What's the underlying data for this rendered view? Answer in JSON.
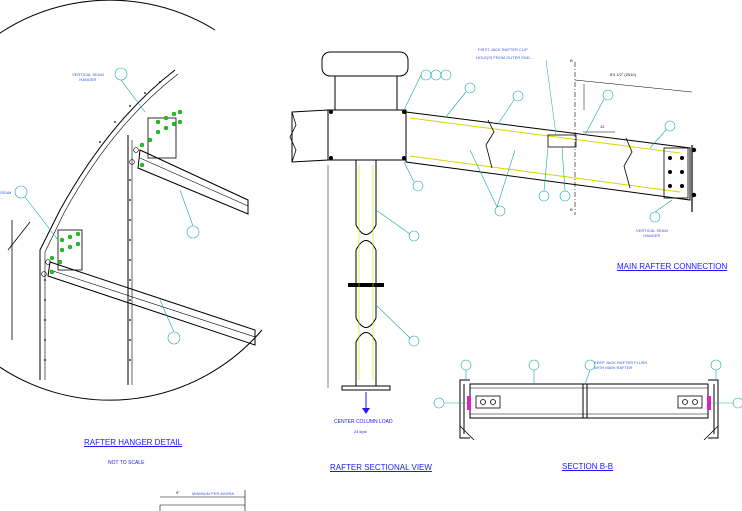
{
  "views": {
    "rafter_hanger_detail": {
      "title": "RAFTER HANGER DETAIL",
      "subtitle": "NOT TO SCALE",
      "note_vertical_seam": "VERTICAL SEAM\nHANGER",
      "note_left": "SEAM\n..."
    },
    "rafter_sectional_view": {
      "title": "RAFTER SECTIONAL VIEW",
      "load_label": "CENTER COLUMN LOAD",
      "load_value": "24   kips"
    },
    "main_rafter_connection": {
      "title": "MAIN RAFTER CONNECTION",
      "note_first_jack": "FIRST JACK RAFTER CLIP",
      "note_holes": "HOLE(S) FROM OUTER END...",
      "dim_top": "8'3 1/2\" (2510)",
      "dim_small": "12",
      "note_vertical_seam": "VERTICAL SEAM\nHANGER",
      "section_mark": "B"
    },
    "section_b_b": {
      "title": "SECTION B-B",
      "note_keep_jack": "KEEP JACK RAFTER FLUSH\nWITH MAIN RAFTER"
    },
    "bottom_table": {
      "header_dim": "9\"",
      "header_label": "MINIMUM PER ASHRA"
    }
  },
  "colors": {
    "outline": "#000000",
    "callout": "#1aa7a7",
    "title": "#1a1aff",
    "bolt": "#22c322",
    "weld": "#d8d800",
    "highlight": "#e020c0"
  }
}
